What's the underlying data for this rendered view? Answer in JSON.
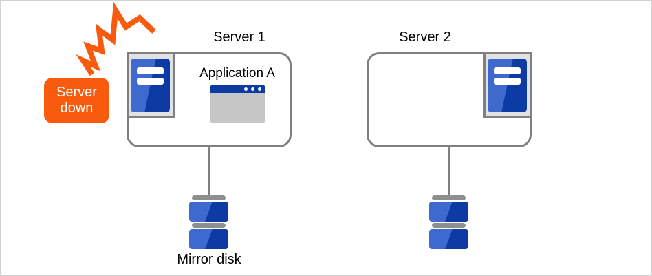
{
  "colors": {
    "alert_orange": "#F95B0E",
    "blue_dark": "#0C3BA3",
    "blue_light": "#3E6AD0",
    "outline_gray": "#808080",
    "window_body_gray": "#C6C6C6",
    "disk_cap_gray": "#8F8F8F"
  },
  "alert": {
    "icon": "impact-bolt-icon",
    "line1": "Server",
    "line2": "down"
  },
  "server1": {
    "label": "Server 1",
    "icon": "server-tower-icon",
    "app": {
      "label": "Application A",
      "icon": "app-window-icon"
    }
  },
  "server2": {
    "label": "Server 2",
    "icon": "server-tower-icon"
  },
  "storage": {
    "icon": "disk-stack-icon",
    "mirror_label": "Mirror disk"
  }
}
